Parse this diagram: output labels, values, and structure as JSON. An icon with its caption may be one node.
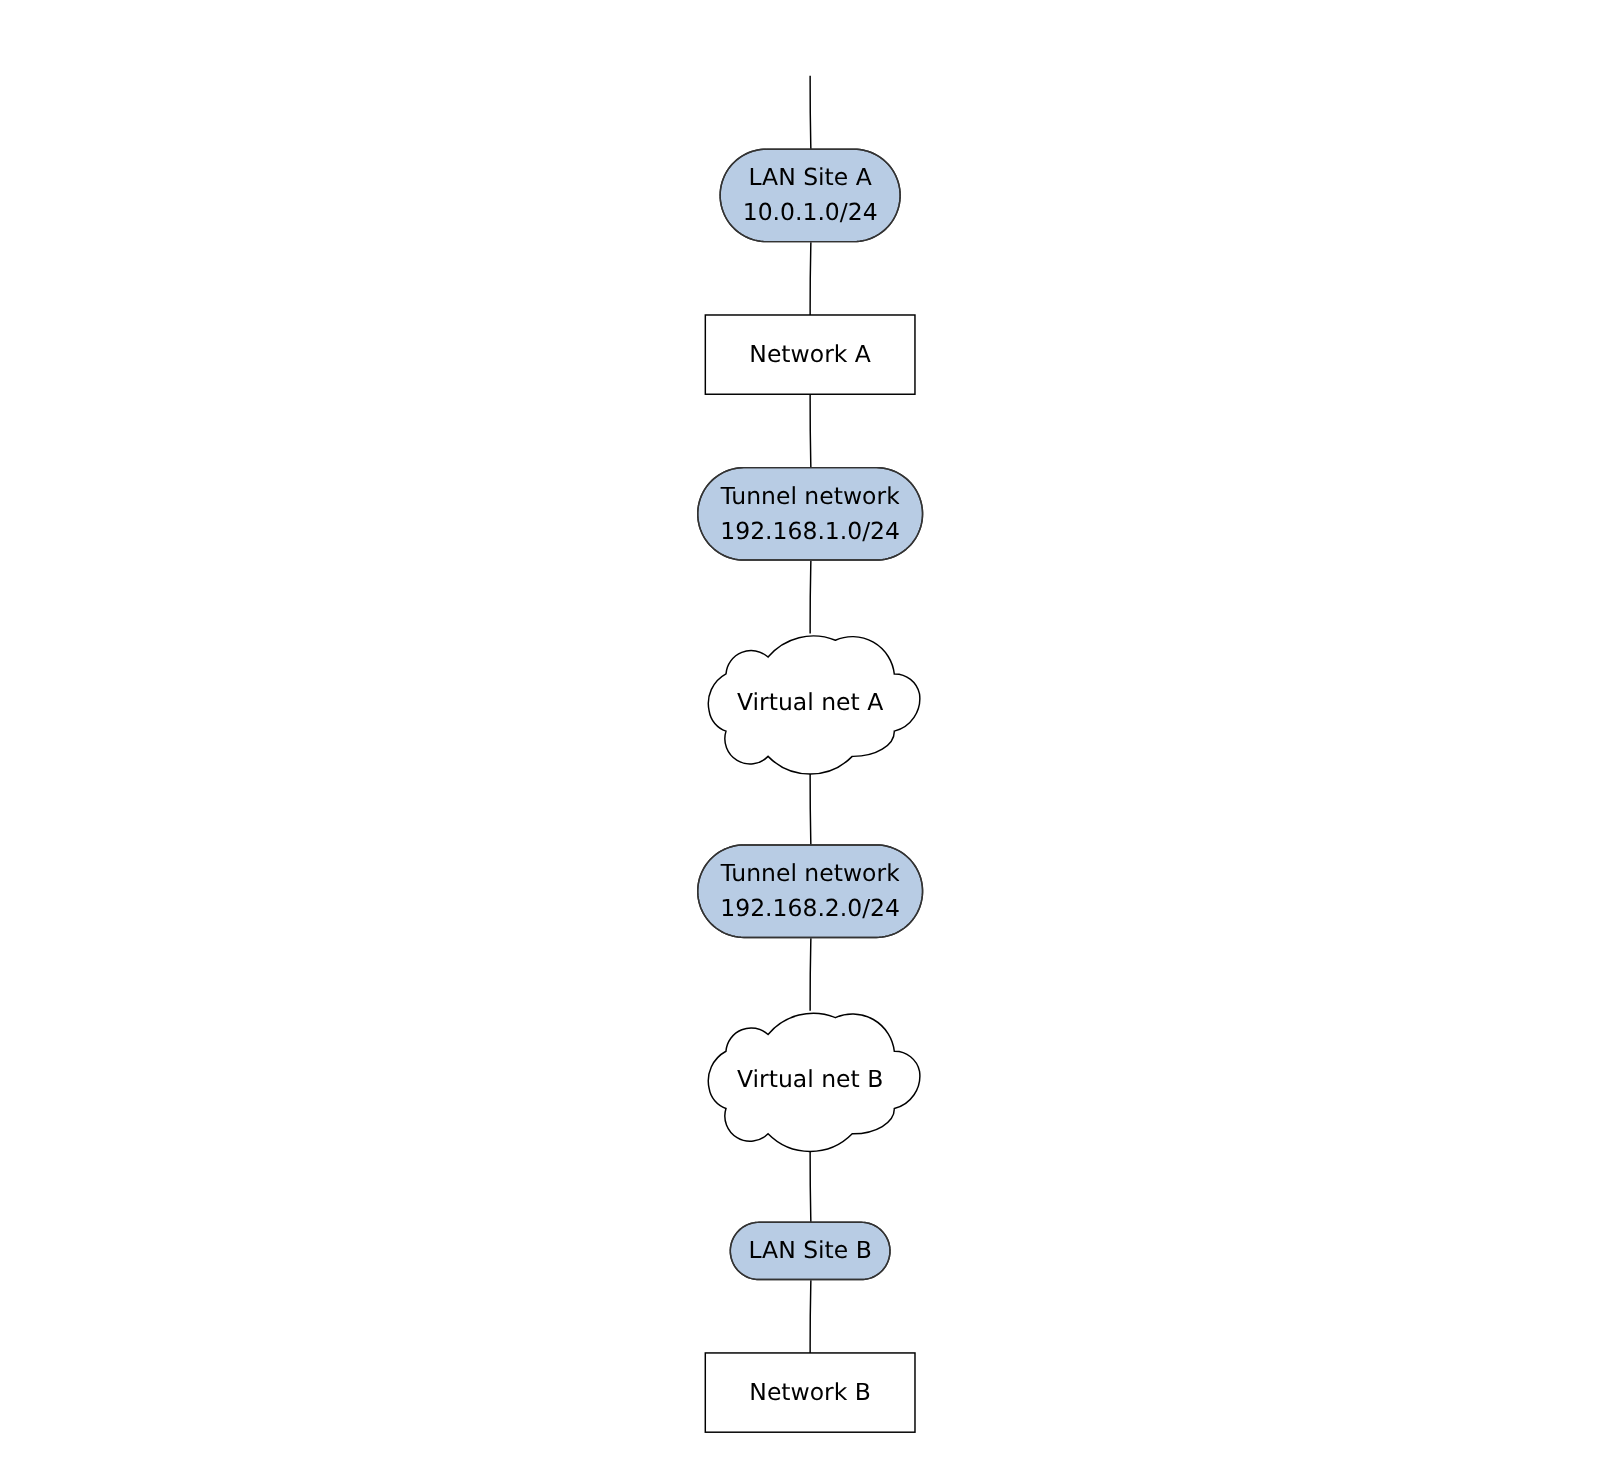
{
  "diagram": {
    "nodes": [
      {
        "text": [
          "LAN Site A",
          "10.0.1.0/24"
        ]
      },
      {
        "text": [
          "Network A"
        ]
      },
      {
        "text": [
          "Tunnel network",
          "192.168.1.0/24"
        ]
      },
      {
        "text": [
          "Virtual net A"
        ]
      },
      {
        "text": [
          "Tunnel network",
          "192.168.2.0/24"
        ]
      },
      {
        "text": [
          "Virtual net B"
        ]
      },
      {
        "text": [
          "LAN Site B"
        ]
      },
      {
        "text": [
          "Network B"
        ]
      }
    ],
    "edges": [
      {
        "from": null,
        "to": 0,
        "arrow": "none"
      },
      {
        "from": 0,
        "to": 1,
        "arrow": "none"
      },
      {
        "from": 1,
        "to": 2,
        "arrow": "none"
      },
      {
        "from": 2,
        "to": 3,
        "arrow": "none"
      },
      {
        "from": 3,
        "to": 4,
        "arrow": "none"
      },
      {
        "from": 4,
        "to": 5,
        "arrow": "none"
      },
      {
        "from": 5,
        "to": 6,
        "arrow": "none"
      },
      {
        "from": 6,
        "to": 7,
        "arrow": "none"
      }
    ]
  }
}
